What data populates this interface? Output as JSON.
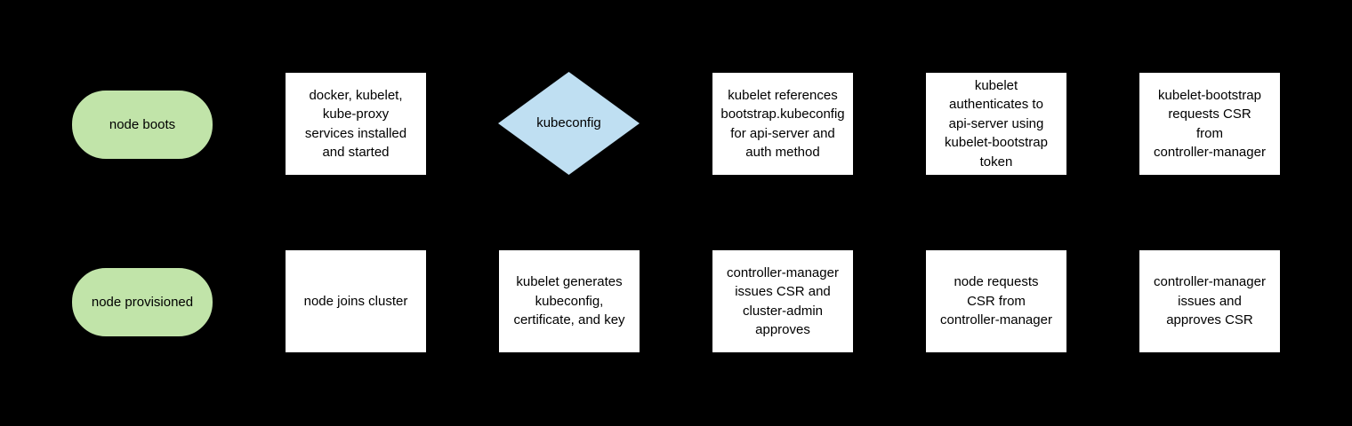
{
  "diagram": {
    "title": "kubernetes node bootstrap flowchart",
    "background_color": "#000000",
    "text_color": "#000000",
    "terminator_fill": "#c1e4a9",
    "decision_fill": "#bfdff2",
    "process_fill": "#ffffff",
    "shape_stroke": "#000000"
  },
  "nodes": [
    {
      "id": "node-boots",
      "type": "terminator",
      "row": 1,
      "col": 1,
      "label": "node boots"
    },
    {
      "id": "services-installed",
      "type": "process",
      "row": 1,
      "col": 2,
      "label": "docker, kubelet,\nkube-proxy\nservices installed\nand started"
    },
    {
      "id": "kubeconfig-decision",
      "type": "decision",
      "row": 1,
      "col": 3,
      "label": "kubeconfig"
    },
    {
      "id": "kubelet-references-bootstrap-kubeconfig",
      "type": "process",
      "row": 1,
      "col": 4,
      "label": "kubelet references\nbootstrap.kubeconfig\nfor api-server and\nauth method"
    },
    {
      "id": "kubelet-authenticates",
      "type": "process",
      "row": 1,
      "col": 5,
      "label": "kubelet\nauthenticates to\napi-server using\nkubelet-bootstrap\ntoken"
    },
    {
      "id": "kubelet-bootstrap-requests-csr",
      "type": "process",
      "row": 1,
      "col": 6,
      "label": "kubelet-bootstrap\nrequests CSR\nfrom\ncontroller-manager"
    },
    {
      "id": "node-provisioned",
      "type": "terminator",
      "row": 2,
      "col": 1,
      "label": "node provisioned"
    },
    {
      "id": "node-joins-cluster",
      "type": "process",
      "row": 2,
      "col": 2,
      "label": "node joins cluster"
    },
    {
      "id": "kubelet-generates-kubeconfig",
      "type": "process",
      "row": 2,
      "col": 3,
      "label": "kubelet generates\nkubeconfig,\ncertificate, and key"
    },
    {
      "id": "cm-issues-csr-admin-approves",
      "type": "process",
      "row": 2,
      "col": 4,
      "label": "controller-manager\nissues CSR and\ncluster-admin\napproves"
    },
    {
      "id": "node-requests-csr",
      "type": "process",
      "row": 2,
      "col": 5,
      "label": "node requests\nCSR from\ncontroller-manager"
    },
    {
      "id": "cm-issues-and-approves-csr",
      "type": "process",
      "row": 2,
      "col": 6,
      "label": "controller-manager\nissues and\napproves CSR"
    }
  ]
}
